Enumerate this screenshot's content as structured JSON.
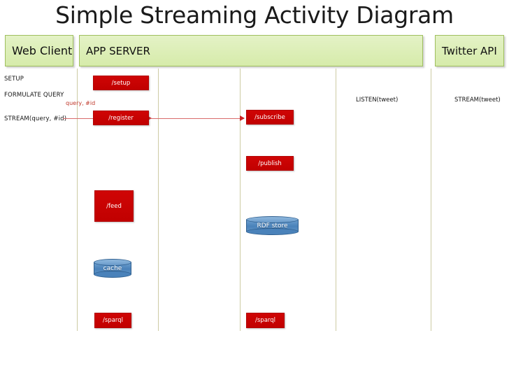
{
  "title": "Simple Streaming Activity Diagram",
  "lanes": [
    {
      "id": "web-client",
      "label": "Web Client"
    },
    {
      "id": "app-server",
      "label": "APP SERVER"
    },
    {
      "id": "twitter-api",
      "label": "Twitter API"
    }
  ],
  "stage_labels": [
    {
      "text": "SETUP"
    },
    {
      "text": "FORMULATE QUERY"
    },
    {
      "text": "STREAM(query, #id)"
    }
  ],
  "plain_labels": [
    {
      "text": "LISTEN(tweet)"
    },
    {
      "text": "STREAM(tweet)"
    }
  ],
  "arrow": {
    "caption": "query, #id"
  },
  "activities": [
    {
      "id": "setup",
      "label": "/setup"
    },
    {
      "id": "register",
      "label": "/register"
    },
    {
      "id": "subscribe",
      "label": "/subscribe"
    },
    {
      "id": "publish",
      "label": "/publish"
    },
    {
      "id": "feed",
      "label": "/feed"
    },
    {
      "id": "sparql-app",
      "label": "/sparql"
    },
    {
      "id": "sparql-rdf",
      "label": "/sparql"
    }
  ],
  "datastores": [
    {
      "id": "rdf-store",
      "label": "RDF store"
    },
    {
      "id": "cache",
      "label": "cache"
    }
  ],
  "colors": {
    "lane_fill": "#dbeeb4",
    "lane_border": "#9fbf5f",
    "activity_fill": "#cc0000",
    "datastore_fill": "#4a82ba",
    "lane_line": "#cdcba4",
    "arrow": "#cc2222",
    "title_text": "#1a1a1a"
  }
}
